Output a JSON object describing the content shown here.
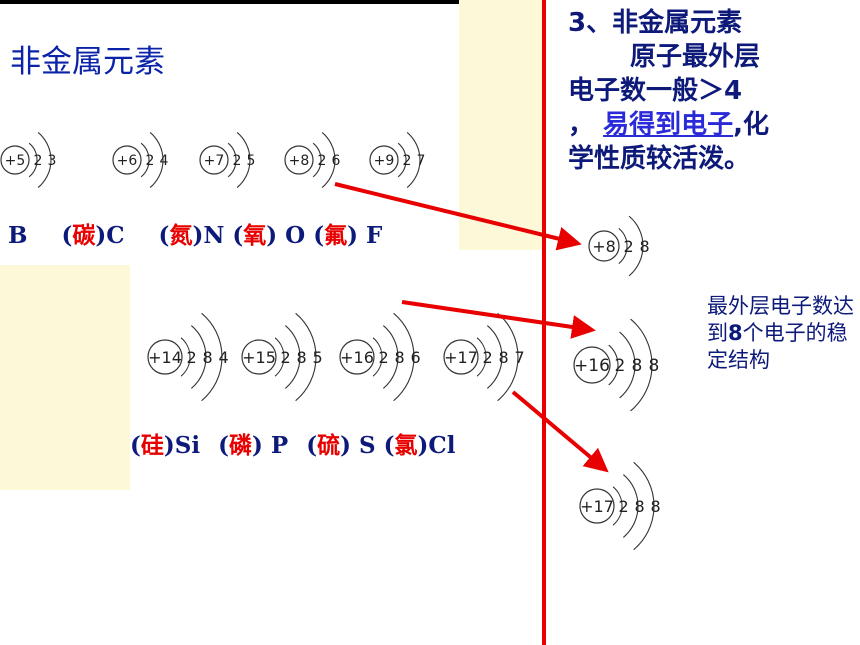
{
  "slide": {
    "title": "非金属元素",
    "right_line1": "3、非金属元素",
    "right_line2": "原子最外层",
    "right_line3": "电子数一般＞4",
    "right_line4_pre": "，",
    "right_link": "易得到电子",
    "right_line4_post": ",化",
    "right_line5": "学性质较活泼。",
    "note_pre": "最外层电子数达到",
    "note_num": "8",
    "note_post": "个电子的稳定结构"
  },
  "row1": {
    "b": "B",
    "c_cn": "碳",
    "c": "C",
    "n_cn": "氮",
    "n": "N",
    "o_cn": "氧",
    "o": "O",
    "f_cn": "氟",
    "f": "F"
  },
  "row2": {
    "si_cn": "硅",
    "si": "Si",
    "p_cn": "磷",
    "p": "P",
    "s_cn": "硫",
    "s": "S",
    "cl_cn": "氯",
    "cl": "Cl"
  },
  "atoms": [
    {
      "nucleus": "+5",
      "shells": [
        "2",
        "3"
      ]
    },
    {
      "nucleus": "+6",
      "shells": [
        "2",
        "4"
      ]
    },
    {
      "nucleus": "+7",
      "shells": [
        "2",
        "5"
      ]
    },
    {
      "nucleus": "+8",
      "shells": [
        "2",
        "6"
      ]
    },
    {
      "nucleus": "+9",
      "shells": [
        "2",
        "7"
      ]
    },
    {
      "nucleus": "+14",
      "shells": [
        "2",
        "8",
        "4"
      ]
    },
    {
      "nucleus": "+15",
      "shells": [
        "2",
        "8",
        "5"
      ]
    },
    {
      "nucleus": "+16",
      "shells": [
        "2",
        "8",
        "6"
      ]
    },
    {
      "nucleus": "+17",
      "shells": [
        "2",
        "8",
        "7"
      ]
    },
    {
      "nucleus": "+8",
      "shells": [
        "2",
        "8"
      ]
    },
    {
      "nucleus": "+16",
      "shells": [
        "2",
        "8",
        "8"
      ]
    },
    {
      "nucleus": "+17",
      "shells": [
        "2",
        "8",
        "8"
      ]
    }
  ],
  "colors": {
    "red": "#e80000",
    "blue": "#0d1a7a",
    "background_panel": "#fdf8d8"
  }
}
